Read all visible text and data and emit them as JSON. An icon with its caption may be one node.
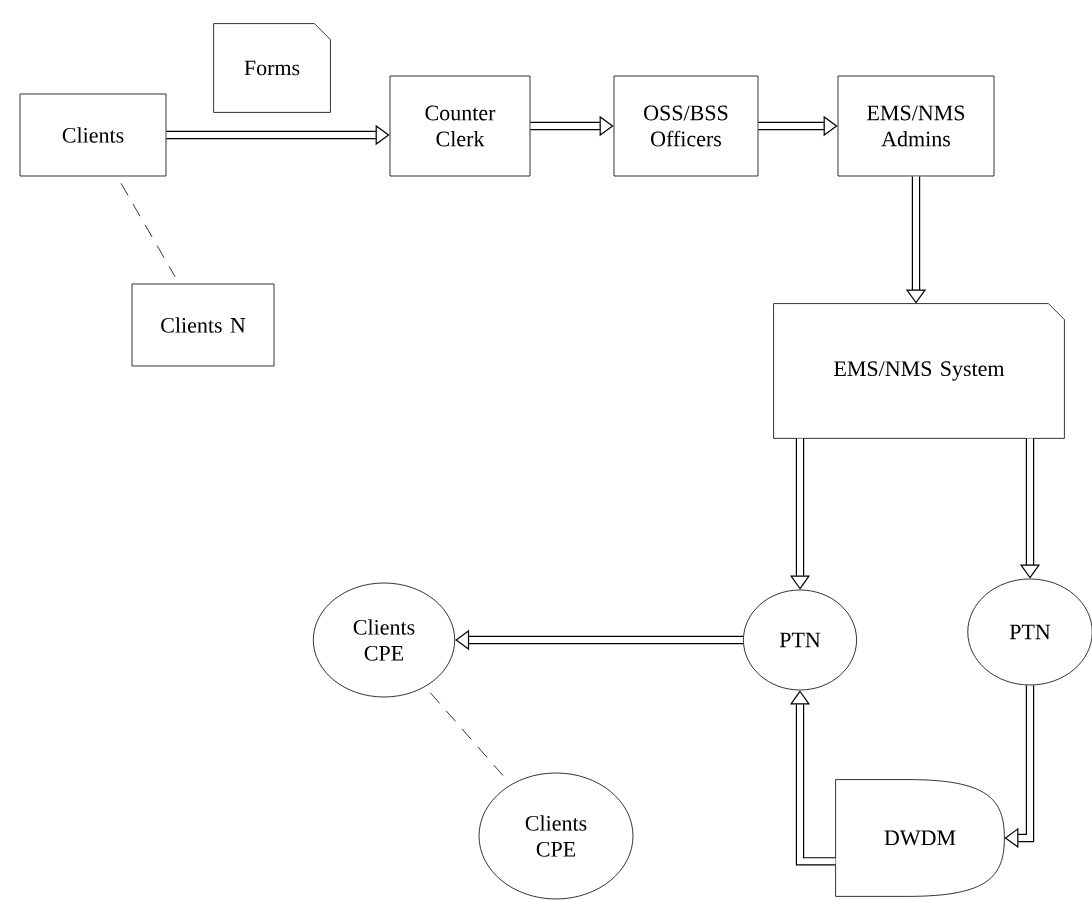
{
  "diagram": {
    "nodes": [
      {
        "text": [
          "Clients"
        ]
      },
      {
        "text": [
          "Forms"
        ]
      },
      {
        "text": [
          "Counter Clerk"
        ]
      },
      {
        "text": [
          "OSS/BSS Officers"
        ]
      },
      {
        "text": [
          "EMS/NMS Admins"
        ]
      },
      {
        "text": [
          "Clients N"
        ]
      },
      {
        "text": [
          "EMS/NMS System"
        ]
      },
      {
        "text": [
          "PTN"
        ]
      },
      {
        "text": [
          "PTN"
        ]
      },
      {
        "text": [
          "Clients CPE"
        ]
      },
      {
        "text": [
          "Clients CPE"
        ]
      },
      {
        "text": [
          "DWDM"
        ]
      }
    ],
    "edges": [
      {
        "from": 0,
        "to": 2,
        "arrow": "to"
      },
      {
        "from": 2,
        "to": 3,
        "arrow": "to"
      },
      {
        "from": 3,
        "to": 4,
        "arrow": "to"
      },
      {
        "from": 4,
        "to": 6,
        "arrow": "to"
      },
      {
        "from": 6,
        "to": 7,
        "arrow": "to"
      },
      {
        "from": 6,
        "to": 8,
        "arrow": "to"
      },
      {
        "from": 7,
        "to": 9,
        "arrow": "to"
      },
      {
        "from": 11,
        "to": 7,
        "arrow": "to"
      },
      {
        "from": 8,
        "to": 11,
        "arrow": "to"
      },
      {
        "from": 0,
        "to": 5,
        "arrow": "none",
        "style": "dashed"
      },
      {
        "from": 9,
        "to": 10,
        "arrow": "none",
        "style": "dashed"
      }
    ]
  }
}
